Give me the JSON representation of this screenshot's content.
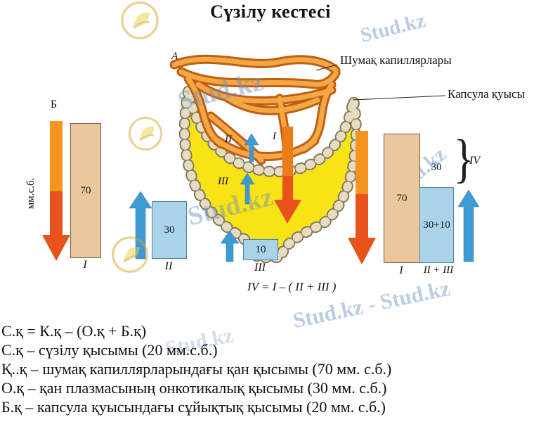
{
  "title": "Сүзілу кестесі",
  "watermarks": {
    "single": "Stud.kz",
    "double": "Stud.kz - Stud.kz"
  },
  "labels": {
    "a": "А",
    "b": "Б",
    "pressure_unit": "мм.с.б.",
    "capillaries": "Шумақ капиллярлары",
    "capsule": "Капсула қуысы"
  },
  "bars": {
    "left_tan": {
      "value": "70",
      "label": "I"
    },
    "left_blue": {
      "value": "30",
      "label": "II"
    },
    "mid_blue": {
      "value": "10",
      "label": "III"
    },
    "right_tan": {
      "value": "70",
      "label": "I"
    },
    "right_blue": {
      "value": "30+10",
      "label": "II + III"
    },
    "right_top_value": "30",
    "right_brace_label": "IV",
    "brace": "}"
  },
  "inner_labels": {
    "i": "I",
    "ii": "II",
    "iii": "III"
  },
  "formula": "IV = I – ( II + III )",
  "legend": [
    "С.қ = К.қ – (О.қ + Б.қ)",
    "С.қ – сүзілу қысымы (20 мм.с.б.)",
    "Қ..қ – шумақ капиллярларындағы қан қысымы (70 мм. с.б.)",
    "О.қ – қан плазмасының онкотикалық қысымы (30 мм. с.б.)",
    "Б.қ – капсула қуысындағы сұйықтық қысымы (20 мм. с.б.)"
  ]
}
